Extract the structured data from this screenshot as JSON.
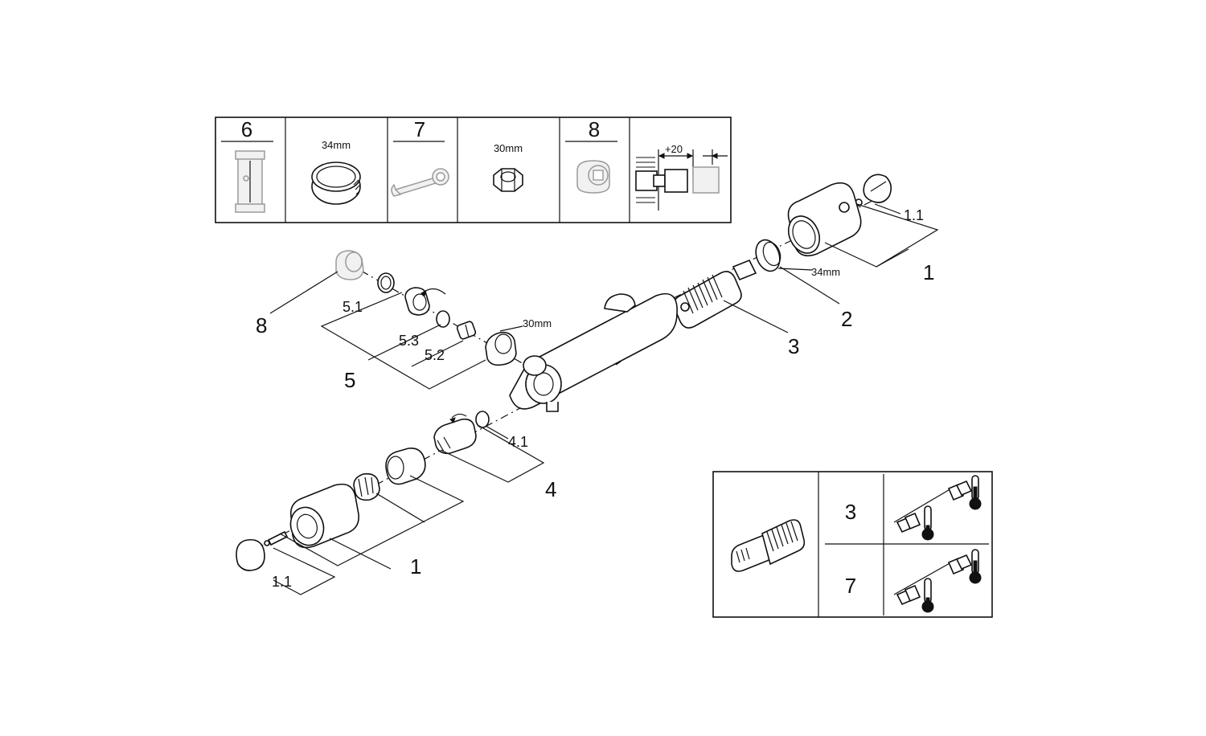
{
  "tools_table": {
    "cells": [
      {
        "label": "6",
        "spec": ""
      },
      {
        "label": "",
        "spec": "34mm"
      },
      {
        "label": "7",
        "spec": ""
      },
      {
        "label": "",
        "spec": "30mm"
      },
      {
        "label": "8",
        "spec": ""
      },
      {
        "label": "",
        "spec": "+20"
      }
    ]
  },
  "callouts": {
    "c1_top": "1",
    "c1_1_top": "1.1",
    "c34mm": "34mm",
    "c2": "2",
    "c3": "3",
    "c8": "8",
    "c5_1": "5.1",
    "c5_3": "5.3",
    "c5_2": "5.2",
    "c5": "5",
    "c30mm": "30mm",
    "c4_1": "4.1",
    "c4": "4",
    "c1_bottom": "1",
    "c1_1_bottom": "1.1"
  },
  "cartridge_table": {
    "rows": [
      {
        "label": "3"
      },
      {
        "label": "7"
      }
    ]
  }
}
